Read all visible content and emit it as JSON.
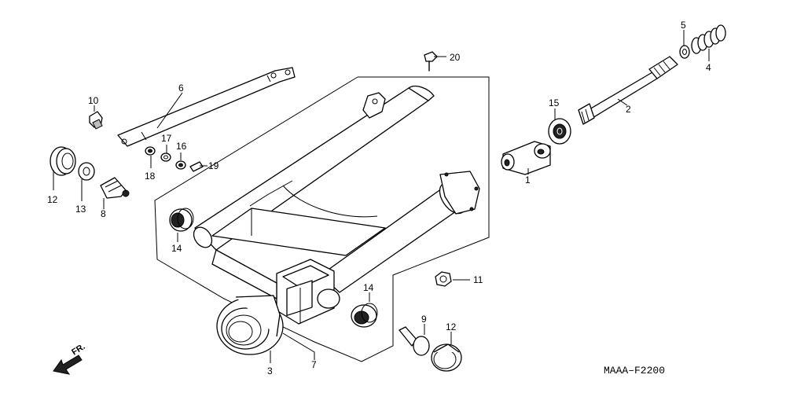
{
  "diagram": {
    "code": "MAAA–F2200",
    "direction_label": "FR.",
    "callouts": {
      "c1": "1",
      "c2": "2",
      "c3": "3",
      "c4": "4",
      "c5": "5",
      "c6": "6",
      "c7": "7",
      "c8a": "8",
      "c9": "9",
      "c10": "10",
      "c11": "11",
      "c12a": "12",
      "c12b": "12",
      "c13": "13",
      "c14a": "14",
      "c14b": "14",
      "c15": "15",
      "c16": "16",
      "c17": "17",
      "c18": "18",
      "c19": "19",
      "c20": "20"
    }
  }
}
